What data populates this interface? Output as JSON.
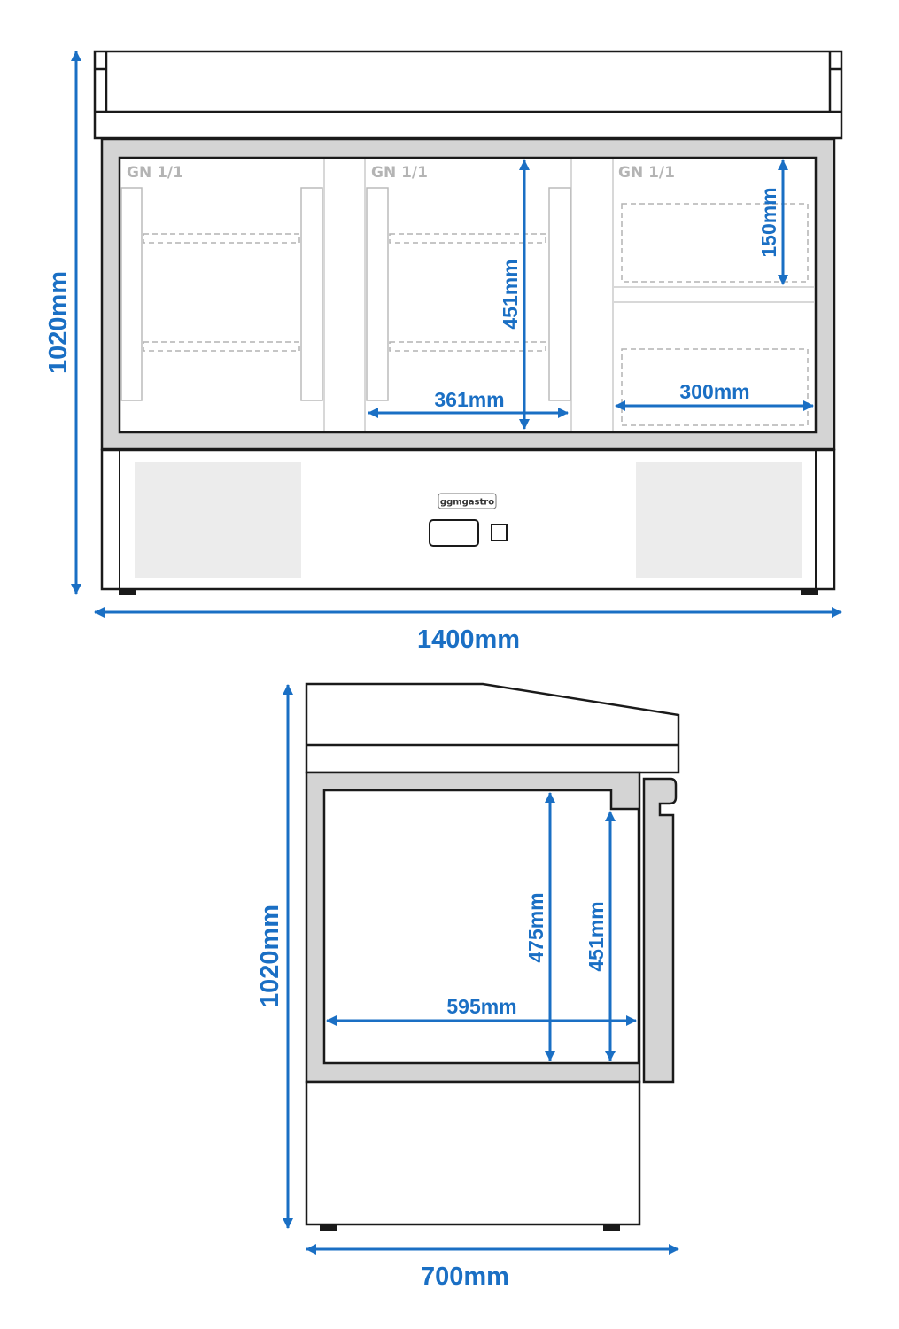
{
  "front_view": {
    "height_label": "1020mm",
    "width_label": "1400mm",
    "container_height_label": "451mm",
    "container_width_label": "361mm",
    "small_container_width_label": "300mm",
    "small_container_height_label": "150mm",
    "gn_labels": [
      "GN 1/1",
      "GN 1/1",
      "GN 1/1"
    ],
    "brand_label": "ggmgastro"
  },
  "side_view": {
    "height_label": "1020mm",
    "depth_label": "700mm",
    "inner_height_label": "475mm",
    "container_height_label": "451mm",
    "inner_depth_label": "595mm"
  },
  "colors": {
    "dimension": "#1a6fc4",
    "outline": "#1a1a1a",
    "panel_gray": "#d4d4d4",
    "vent_gray": "#ececec",
    "dashed": "#b4b4b4",
    "gn_text": "#b4b4b4"
  }
}
